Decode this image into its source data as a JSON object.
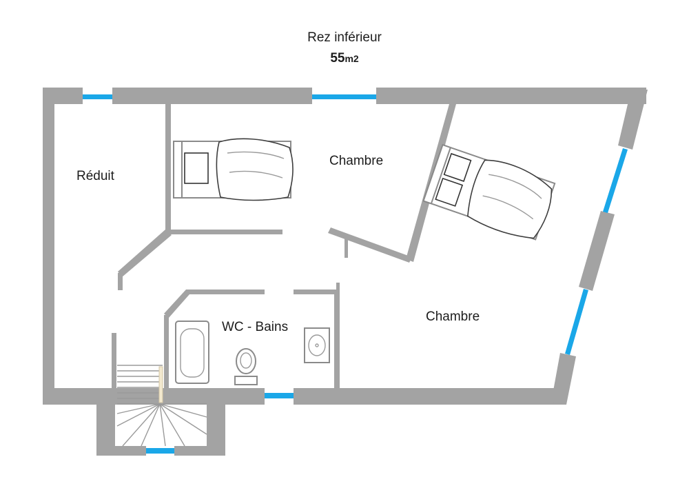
{
  "header": {
    "title": "Rez inférieur",
    "area_value": "55",
    "area_unit": "m2"
  },
  "rooms": {
    "reduit": "Réduit",
    "chambre_1": "Chambre",
    "chambre_2": "Chambre",
    "wc_bains": "WC - Bains"
  },
  "colors": {
    "wall": "#a3a3a3",
    "window": "#1aa7e8"
  }
}
